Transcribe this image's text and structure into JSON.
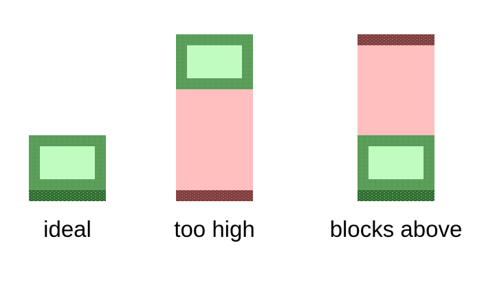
{
  "colors": {
    "frame_green": "#5a9e5a",
    "frame_texture": "#4f904f",
    "window_green": "#c0fcc0",
    "grass_dark": "#2f6a2f",
    "grass_speckle": "#6fb06f",
    "pink": "#ffbfbf",
    "dirt_red": "#8a4646",
    "dirt_speckle": "#b07070"
  },
  "labels": {
    "ideal": "ideal",
    "too_high": "too high",
    "blocks_above": "blocks above"
  }
}
